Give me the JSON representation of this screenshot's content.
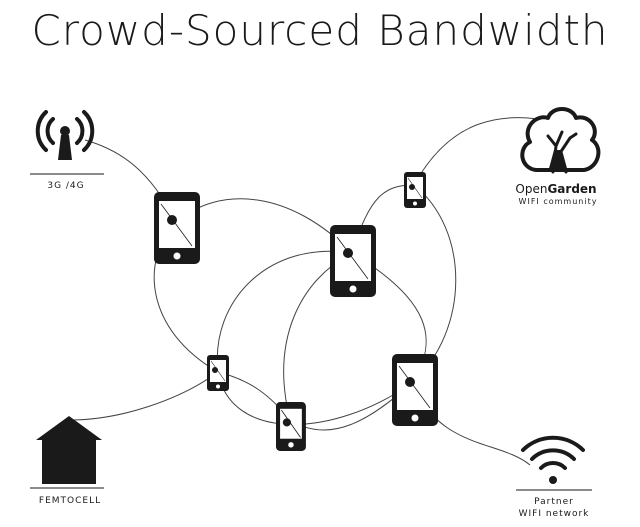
{
  "title": "Crowd-Sourced Bandwidth",
  "nodes": {
    "cell": {
      "label": "3G /4G",
      "icon": "cell-tower-icon"
    },
    "opengarden": {
      "brand_open": "Open",
      "brand_garden": "Garden",
      "subtitle": "WIFI community",
      "icon": "tree-icon"
    },
    "femtocell": {
      "label": "FEMTOCELL",
      "icon": "house-icon"
    },
    "partner": {
      "line1": "Partner",
      "line2": "WIFI network",
      "icon": "wifi-icon"
    }
  },
  "devices": [
    {
      "id": "phone-large-left",
      "kind": "phone"
    },
    {
      "id": "phone-large-center",
      "kind": "phone"
    },
    {
      "id": "phone-small-top",
      "kind": "phone"
    },
    {
      "id": "phone-small-middle",
      "kind": "phone"
    },
    {
      "id": "phone-small-bottom",
      "kind": "phone"
    },
    {
      "id": "phone-large-right",
      "kind": "phone"
    }
  ],
  "colors": {
    "ink": "#1a1a1a",
    "line": "#444444"
  }
}
